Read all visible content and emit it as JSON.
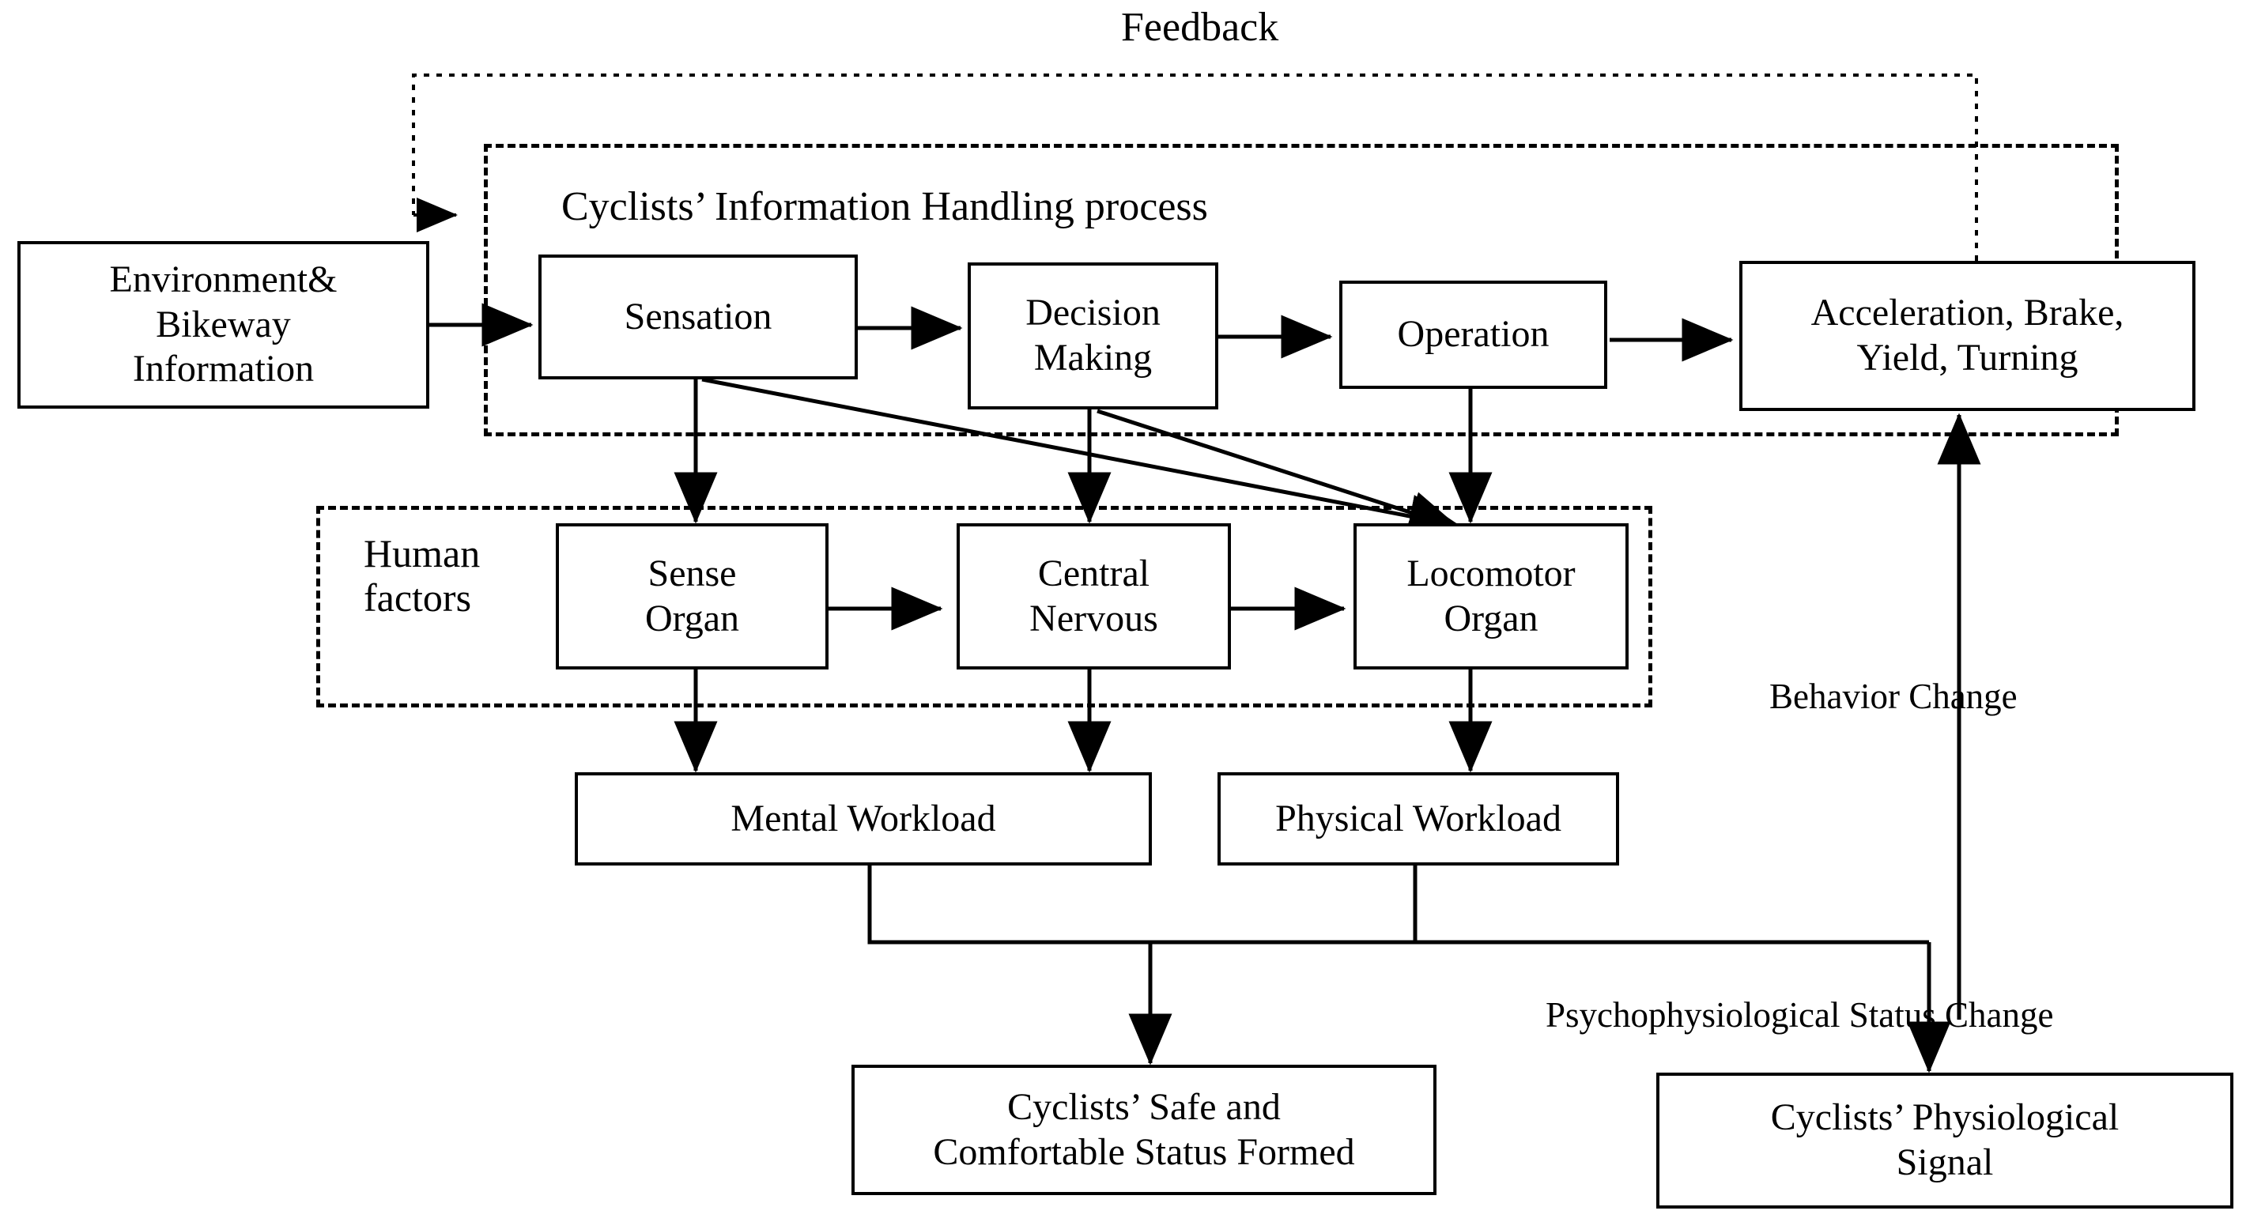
{
  "diagram": {
    "title_feedback": "Feedback",
    "groups": [
      {
        "name": "information-handling",
        "label": "Cyclists’ Information Handling process"
      },
      {
        "name": "human-factors",
        "label": "Human\nfactors"
      }
    ],
    "nodes": [
      {
        "id": "environment",
        "label": "Environment&\nBikeway\nInformation"
      },
      {
        "id": "sensation",
        "label": "Sensation"
      },
      {
        "id": "decision",
        "label": "Decision\nMaking"
      },
      {
        "id": "operation",
        "label": "Operation"
      },
      {
        "id": "action",
        "label": "Acceleration, Brake,\nYield, Turning"
      },
      {
        "id": "sense-organ",
        "label": "Sense\nOrgan"
      },
      {
        "id": "central-nervous",
        "label": "Central\nNervous"
      },
      {
        "id": "locomotor",
        "label": "Locomotor\nOrgan"
      },
      {
        "id": "mental-workload",
        "label": "Mental Workload"
      },
      {
        "id": "physical-workload",
        "label": "Physical Workload"
      },
      {
        "id": "safe-status",
        "label": "Cyclists’ Safe and\nComfortable Status Formed"
      },
      {
        "id": "physio-signal",
        "label": "Cyclists’ Physiological\nSignal"
      }
    ],
    "edge_labels": [
      {
        "id": "behavior-change",
        "label": "Behavior Change"
      },
      {
        "id": "psychophysiological-status-change",
        "label": "Psychophysiological Status Change"
      }
    ],
    "colors": {
      "stroke": "#000000",
      "background": "#ffffff"
    }
  }
}
